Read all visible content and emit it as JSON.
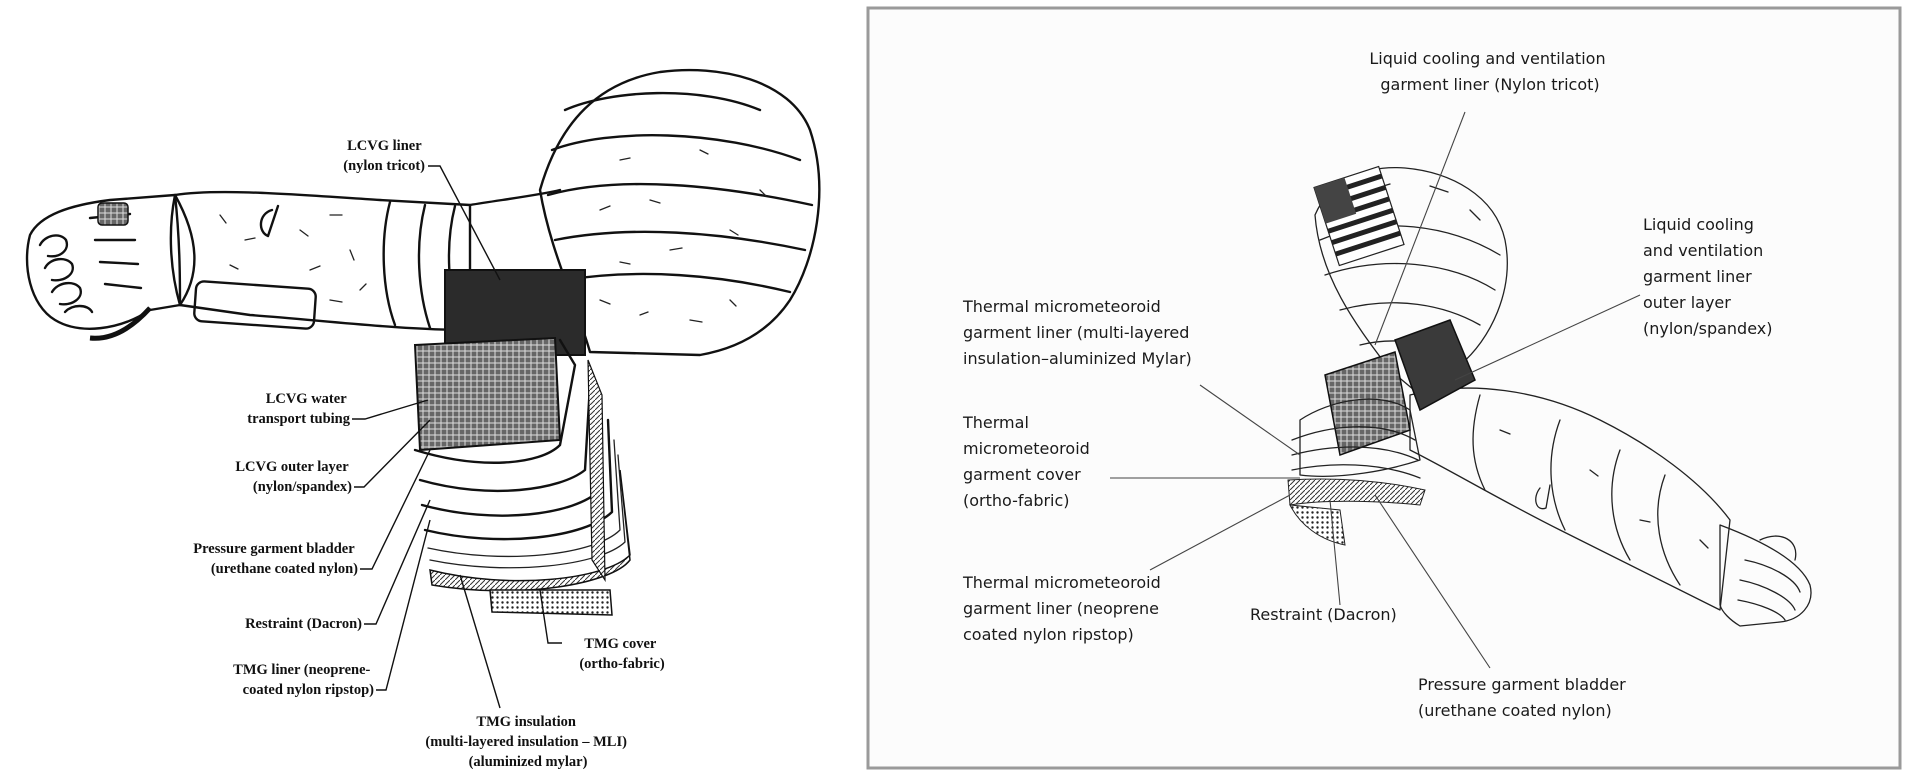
{
  "left_diagram": {
    "labels": {
      "lcvg_liner": [
        "LCVG liner",
        "(nylon tricot)"
      ],
      "lcvg_water": [
        "LCVG water",
        "transport tubing"
      ],
      "lcvg_outer": [
        "LCVG outer layer",
        "(nylon/spandex)"
      ],
      "bladder": [
        "Pressure garment bladder",
        "(urethane coated nylon)"
      ],
      "restraint": [
        "Restraint (Dacron)"
      ],
      "tmg_liner": [
        "TMG liner (neoprene-",
        "coated nylon ripstop)"
      ],
      "tmg_cover": [
        "TMG cover",
        "(ortho-fabric)"
      ],
      "tmg_insulation": [
        "TMG insulation",
        "(multi-layered insulation – MLI)",
        "(aluminized mylar)"
      ]
    }
  },
  "right_diagram": {
    "labels": {
      "lcvg_liner": [
        "Liquid cooling and ventilation",
        "garment liner (Nylon tricot)"
      ],
      "lcvg_outer": [
        "Liquid cooling",
        "and ventilation",
        "garment liner",
        "outer layer",
        "(nylon/spandex)"
      ],
      "tmg_insulation": [
        "Thermal micrometeoroid",
        "garment liner (multi-layered",
        "insulation–aluminized Mylar)"
      ],
      "tmg_cover": [
        "Thermal",
        "micrometeoroid",
        "garment cover",
        "(ortho-fabric)"
      ],
      "tmg_liner": [
        "Thermal micrometeoroid",
        "garment liner (neoprene",
        "coated nylon ripstop)"
      ],
      "restraint": [
        "Restraint (Dacron)"
      ],
      "bladder": [
        "Pressure garment bladder",
        "(urethane coated nylon)"
      ]
    }
  },
  "colors": {
    "ink": "#111111",
    "frame": "#9a9a9a",
    "paper": "#ffffff",
    "panel": "#fcfcfc"
  }
}
